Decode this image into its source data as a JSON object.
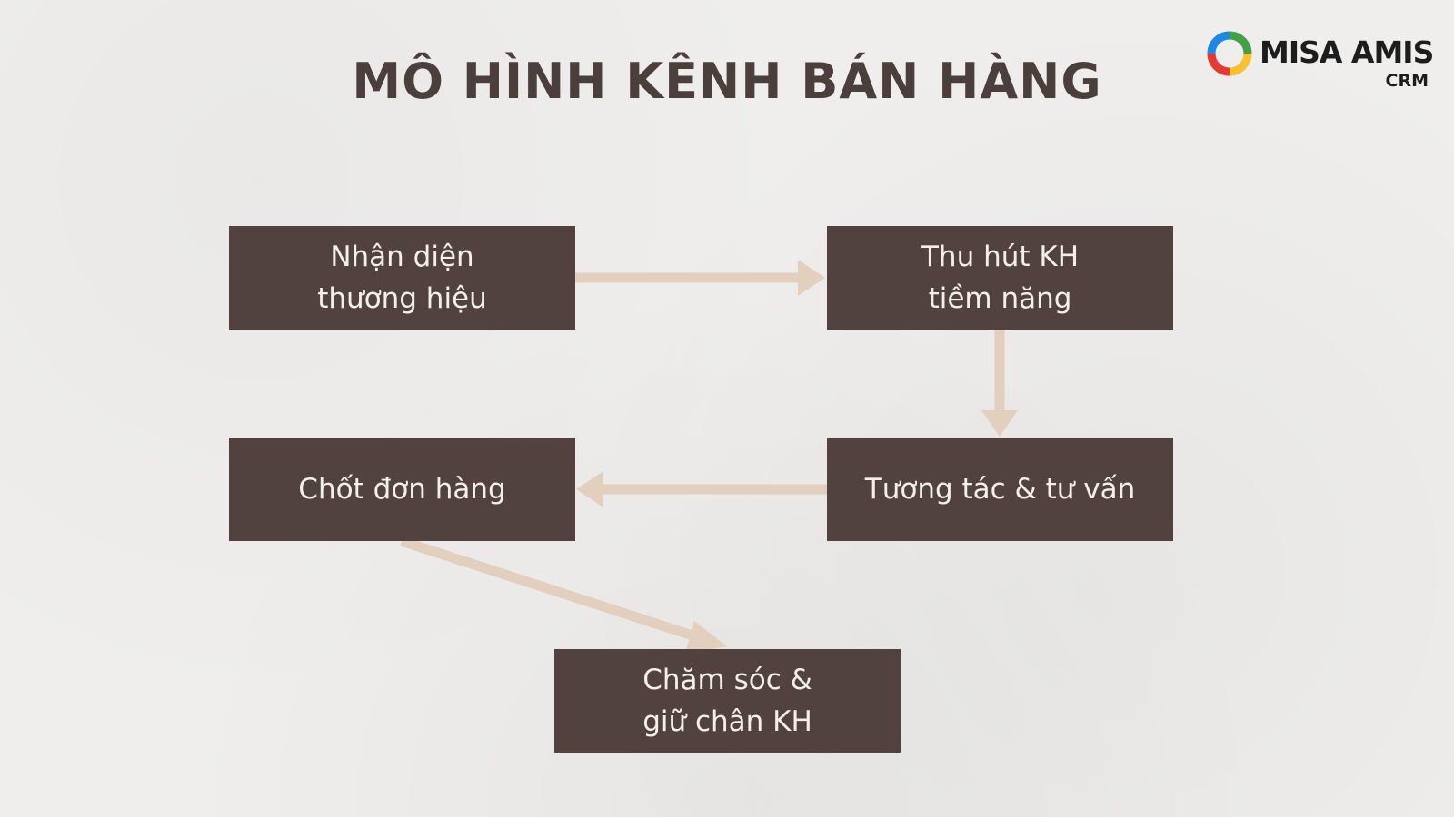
{
  "diagram": {
    "title": "MÔ HÌNH KÊNH BÁN HÀNG",
    "nodes": [
      {
        "id": "brand",
        "label": "Nhận diện\nthương hiệu"
      },
      {
        "id": "attract",
        "label": "Thu hút KH\ntiềm năng"
      },
      {
        "id": "interact",
        "label": "Tương tác & tư vấn"
      },
      {
        "id": "close",
        "label": "Chốt đơn hàng"
      },
      {
        "id": "care",
        "label": "Chăm sóc &\ngiữ chân KH"
      }
    ],
    "edges": [
      {
        "from": "brand",
        "to": "attract"
      },
      {
        "from": "attract",
        "to": "interact"
      },
      {
        "from": "interact",
        "to": "close"
      },
      {
        "from": "close",
        "to": "care"
      }
    ]
  },
  "logo": {
    "brand": "MISA AMIS",
    "product": "CRM",
    "colors": [
      "#e53935",
      "#fbc02d",
      "#43a047",
      "#1e88e5"
    ]
  },
  "colors": {
    "background": "#efeeec",
    "box_fill": "#51423f",
    "box_text": "#f4efe9",
    "arrow": "#e2cfbd",
    "title": "#4a3f3c"
  }
}
